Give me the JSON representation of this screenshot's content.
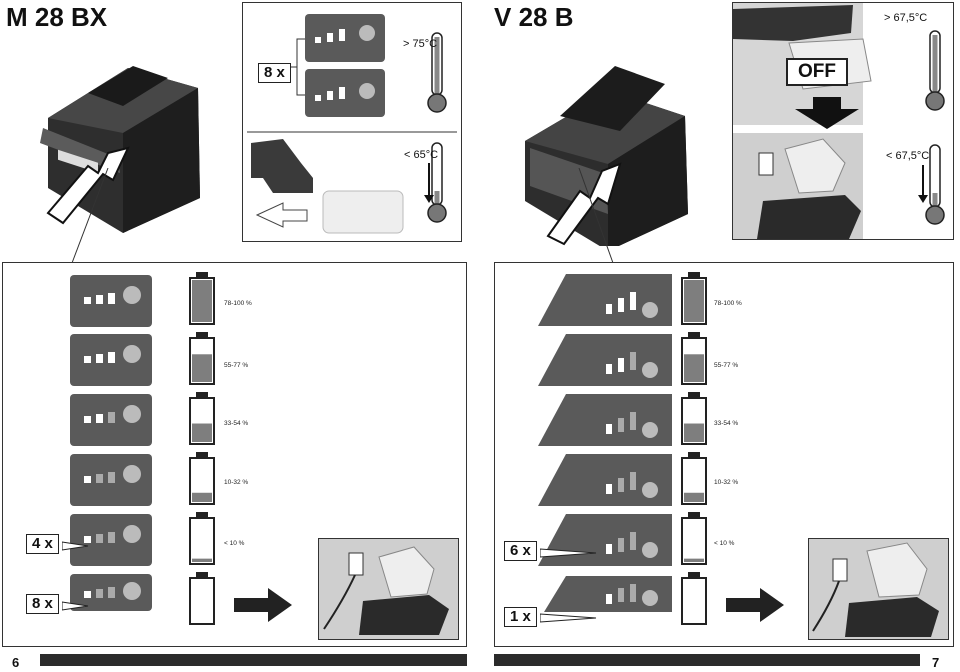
{
  "left": {
    "model": "M 28 BX",
    "hot_temp": "> 75°C",
    "cool_temp": "< 65°C",
    "blink_hot": "8 x",
    "levels": [
      "78-100 %",
      "55-77 %",
      "33-54 %",
      "10-32 %",
      "< 10 %"
    ],
    "blink_low": [
      "4 x",
      "8 x"
    ],
    "page": "6"
  },
  "right": {
    "model": "V 28 B",
    "hot_temp": "> 67,5°C",
    "cool_temp": "< 67,5°C",
    "off_label": "OFF",
    "levels": [
      "78-100 %",
      "55-77 %",
      "33-54 %",
      "10-32 %",
      "< 10 %"
    ],
    "blink_low": [
      "6 x",
      "1 x"
    ],
    "page": "7"
  },
  "colors": {
    "panel": "#5a5a5a",
    "battery_fill": "#7e7e7e",
    "dark": "#2b2b2b"
  }
}
